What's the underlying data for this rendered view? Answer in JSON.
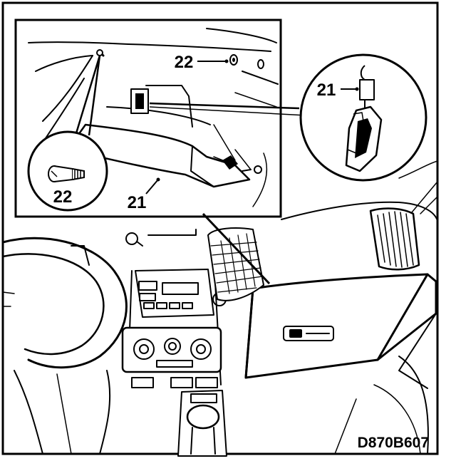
{
  "callouts": {
    "screw_label": "22",
    "clip_label": "21",
    "panel_screw_label": "22",
    "panel_label": "21"
  },
  "figure_code": "D870B607"
}
